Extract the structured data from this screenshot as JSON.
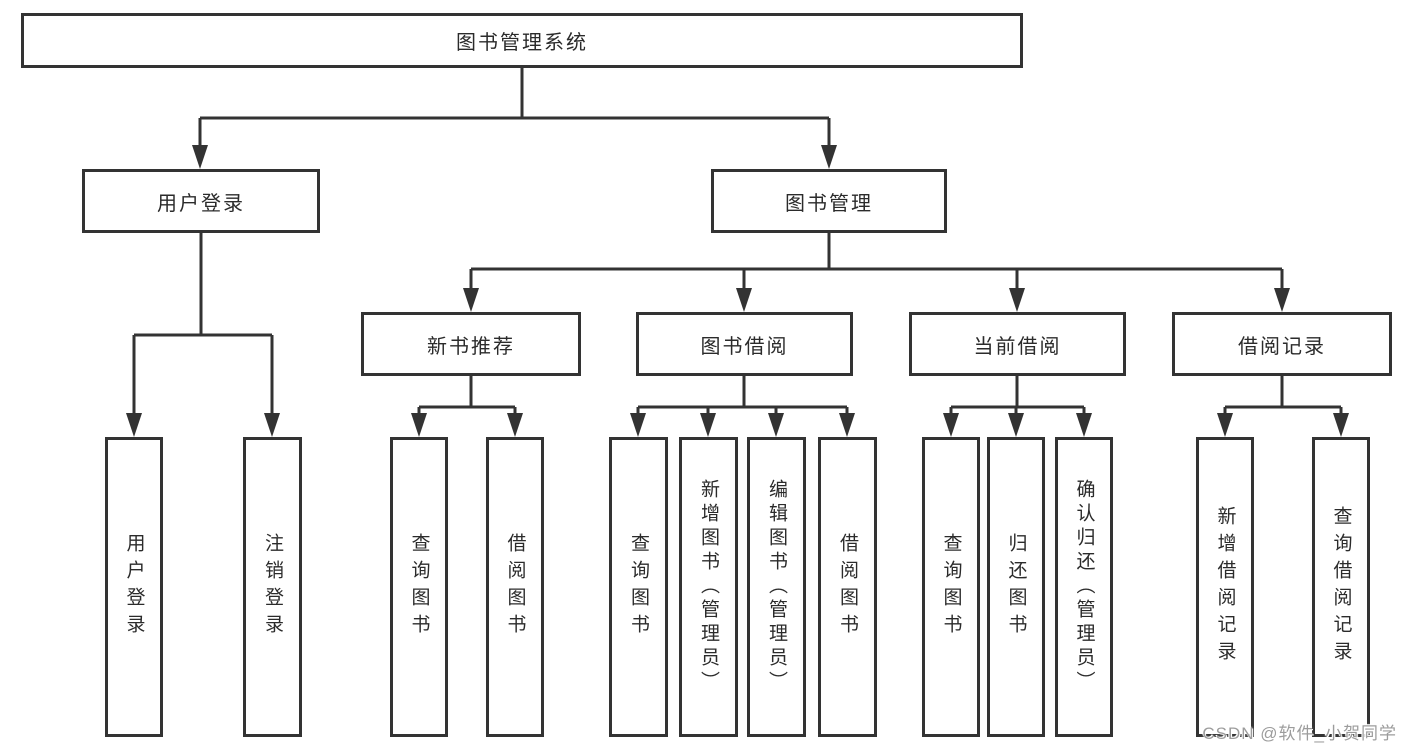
{
  "diagram": {
    "watermark": "CSDN @软件_小贺同学",
    "colors": {
      "line": "#333333",
      "box_border": "#333333",
      "text": "#2b2b2b",
      "background": "#ffffff",
      "watermark_text": "#9c9c9c"
    },
    "nodes": {
      "root": {
        "label": "图书管理系统",
        "children": [
          "login",
          "mgmt"
        ]
      },
      "login": {
        "label": "用户登录",
        "children": [
          "leaf_user_login",
          "leaf_logout"
        ]
      },
      "mgmt": {
        "label": "图书管理",
        "children": [
          "rec",
          "borrow",
          "current",
          "record"
        ]
      },
      "rec": {
        "label": "新书推荐",
        "children": [
          "leaf_query_rec",
          "leaf_borrow_rec"
        ]
      },
      "borrow": {
        "label": "图书借阅",
        "children": [
          "leaf_query_borrow",
          "leaf_add_book",
          "leaf_edit_book",
          "leaf_borrow_book"
        ]
      },
      "current": {
        "label": "当前借阅",
        "children": [
          "leaf_query_current",
          "leaf_return_book",
          "leaf_confirm_return"
        ]
      },
      "record": {
        "label": "借阅记录",
        "children": [
          "leaf_add_record",
          "leaf_query_record"
        ]
      },
      "leaf_user_login": {
        "label": "用户登录"
      },
      "leaf_logout": {
        "label": "注销登录"
      },
      "leaf_query_rec": {
        "label": "查询图书"
      },
      "leaf_borrow_rec": {
        "label": "借阅图书"
      },
      "leaf_query_borrow": {
        "label": "查询图书"
      },
      "leaf_add_book": {
        "label": "新增图书（管理员）"
      },
      "leaf_edit_book": {
        "label": "编辑图书（管理员）"
      },
      "leaf_borrow_book": {
        "label": "借阅图书"
      },
      "leaf_query_current": {
        "label": "查询图书"
      },
      "leaf_return_book": {
        "label": "归还图书"
      },
      "leaf_confirm_return": {
        "label": "确认归还（管理员）"
      },
      "leaf_add_record": {
        "label": "新增借阅记录"
      },
      "leaf_query_record": {
        "label": "查询借阅记录"
      }
    }
  }
}
